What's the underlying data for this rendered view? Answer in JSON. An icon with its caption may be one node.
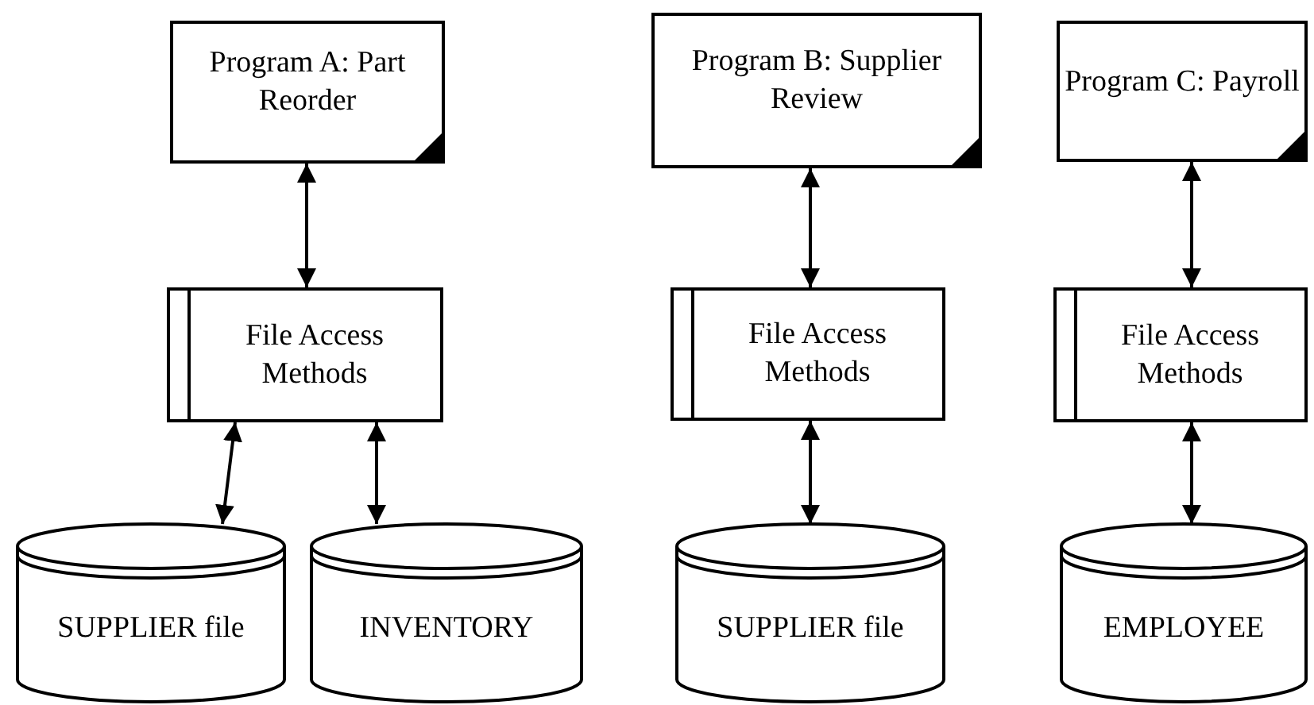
{
  "diagram": {
    "nodes": [
      {
        "text": [
          "Program A: Part Reorder"
        ]
      },
      {
        "text": [
          "Program B: Supplier Review"
        ]
      },
      {
        "text": [
          "Program C: Payroll"
        ]
      },
      {
        "text": [
          "File Access Methods"
        ]
      },
      {
        "text": [
          "File Access Methods"
        ]
      },
      {
        "text": [
          "File Access Methods"
        ]
      },
      {
        "text": [
          "SUPPLIER file"
        ]
      },
      {
        "text": [
          "INVENTORY"
        ]
      },
      {
        "text": [
          "SUPPLIER file"
        ]
      },
      {
        "text": [
          "EMPLOYEE"
        ]
      }
    ],
    "edges": [
      {
        "from": 0,
        "to": 3,
        "arrow": "both"
      },
      {
        "from": 3,
        "to": 6,
        "arrow": "both"
      },
      {
        "from": 3,
        "to": 7,
        "arrow": "both"
      },
      {
        "from": 1,
        "to": 4,
        "arrow": "both"
      },
      {
        "from": 4,
        "to": 8,
        "arrow": "both"
      },
      {
        "from": 2,
        "to": 5,
        "arrow": "both"
      },
      {
        "from": 5,
        "to": 9,
        "arrow": "both"
      }
    ]
  }
}
